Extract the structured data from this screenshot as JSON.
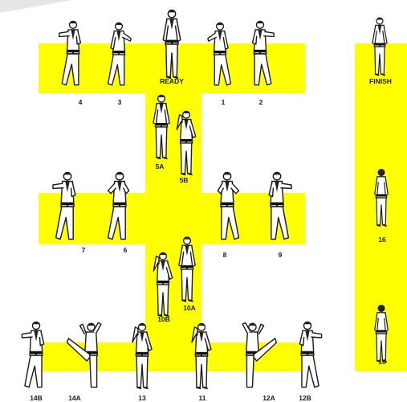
{
  "colors": {
    "band": "#ffff00",
    "figure_outline": "#1a1a1a",
    "belt": "#111111",
    "uniform": "#ffffff"
  },
  "labels": {
    "ready": "READY",
    "finish": "FINISH",
    "s1": "1",
    "s2": "2",
    "s3": "3",
    "s4": "4",
    "s5a": "5A",
    "s5b": "5B",
    "s6": "6",
    "s7": "7",
    "s8": "8",
    "s9": "9",
    "s10a": "10A",
    "s10b": "10B",
    "s11": "11",
    "s12a": "12A",
    "s12b": "12B",
    "s13": "13",
    "s14a": "14A",
    "s14b": "14B",
    "s16a": "16",
    "s16b": "16"
  },
  "figures": {
    "ready": "standing-front",
    "finish": "standing-front",
    "s1": "arm-left",
    "s2": "punch-right",
    "s3": "arm-right",
    "s4": "punch-left",
    "s5a": "standing-front",
    "s5b": "block-front",
    "s6": "stance-left",
    "s7": "punch-left",
    "s8": "stance-right",
    "s9": "punch-right",
    "s10a": "standing-front",
    "s10b": "block-front",
    "s11": "block-front",
    "s12a": "kick-right",
    "s12b": "punch-right",
    "s13": "block-front",
    "s14a": "kick-left",
    "s14b": "punch-left",
    "s16a": "back-view",
    "s16b": "back-view"
  }
}
